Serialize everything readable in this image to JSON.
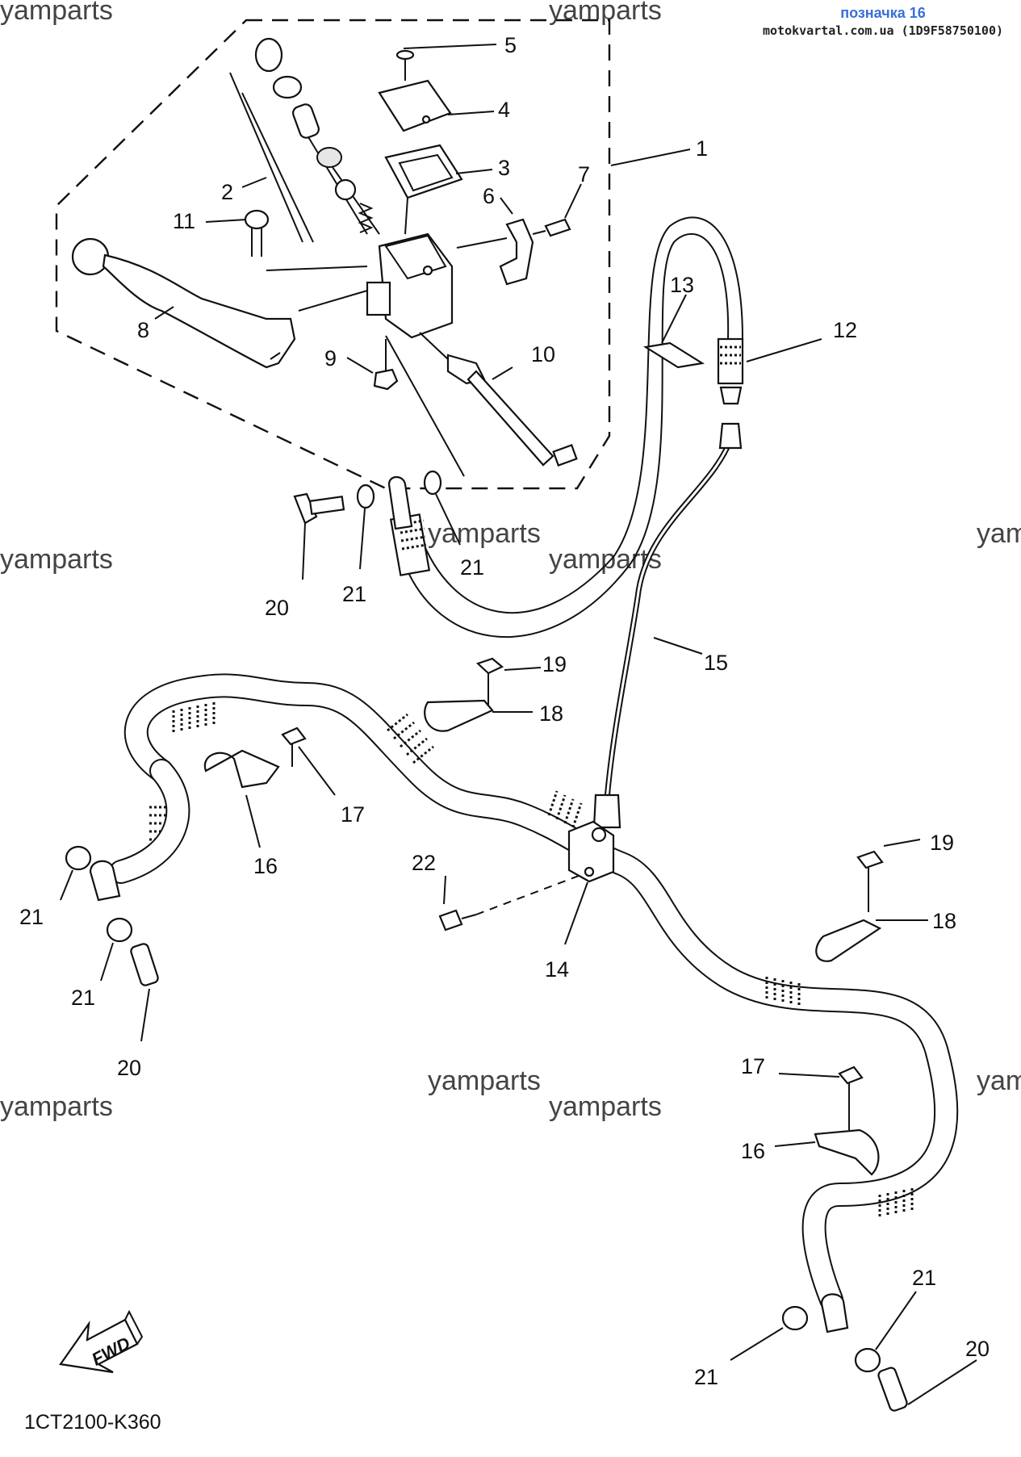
{
  "header": {
    "title": "позначка 16",
    "subtitle": "motokvartal.com.ua (1D9F58750100)"
  },
  "watermark_text": "yamparts",
  "diagram_code": "1CT2100-K360",
  "fwd_label": "FWD",
  "callouts": [
    {
      "id": "c1",
      "label": "1"
    },
    {
      "id": "c2",
      "label": "2"
    },
    {
      "id": "c3",
      "label": "3"
    },
    {
      "id": "c4",
      "label": "4"
    },
    {
      "id": "c5",
      "label": "5"
    },
    {
      "id": "c6",
      "label": "6"
    },
    {
      "id": "c7",
      "label": "7"
    },
    {
      "id": "c8",
      "label": "8"
    },
    {
      "id": "c9",
      "label": "9"
    },
    {
      "id": "c10",
      "label": "10"
    },
    {
      "id": "c11",
      "label": "11"
    },
    {
      "id": "c12",
      "label": "12"
    },
    {
      "id": "c13",
      "label": "13"
    },
    {
      "id": "c14",
      "label": "14"
    },
    {
      "id": "c15",
      "label": "15"
    },
    {
      "id": "c16a",
      "label": "16"
    },
    {
      "id": "c16b",
      "label": "16"
    },
    {
      "id": "c17a",
      "label": "17"
    },
    {
      "id": "c17b",
      "label": "17"
    },
    {
      "id": "c18a",
      "label": "18"
    },
    {
      "id": "c18b",
      "label": "18"
    },
    {
      "id": "c19a",
      "label": "19"
    },
    {
      "id": "c19b",
      "label": "19"
    },
    {
      "id": "c20a",
      "label": "20"
    },
    {
      "id": "c20b",
      "label": "20"
    },
    {
      "id": "c20c",
      "label": "20"
    },
    {
      "id": "c21a",
      "label": "21"
    },
    {
      "id": "c21b",
      "label": "21"
    },
    {
      "id": "c21c",
      "label": "21"
    },
    {
      "id": "c21d",
      "label": "21"
    },
    {
      "id": "c21e",
      "label": "21"
    },
    {
      "id": "c21f",
      "label": "21"
    },
    {
      "id": "c22",
      "label": "22"
    }
  ]
}
